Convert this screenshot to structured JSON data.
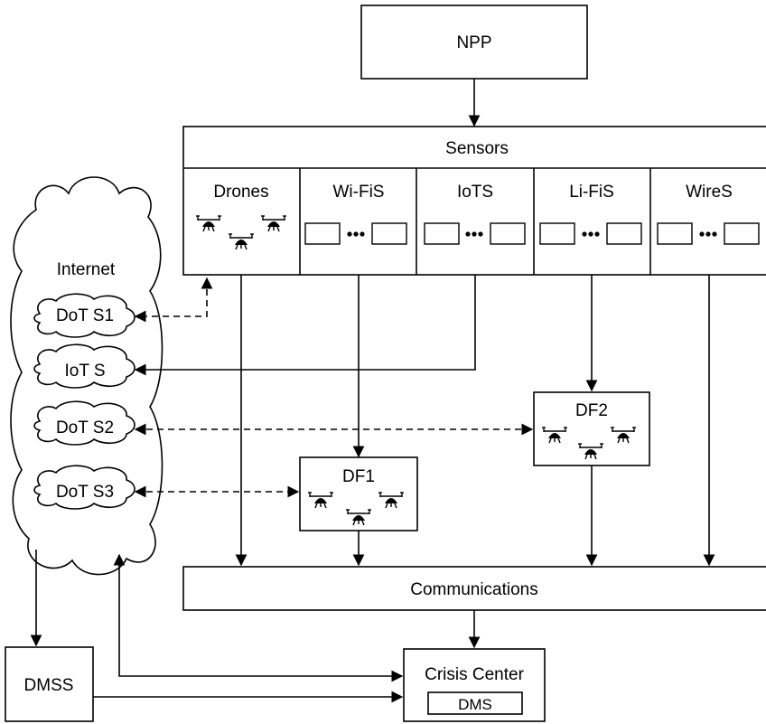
{
  "nodes": {
    "npp": "NPP",
    "sensors": "Sensors",
    "communications": "Communications",
    "crisis_center": "Crisis Center",
    "dms": "DMS",
    "dmss": "DMSS",
    "internet": "Internet",
    "df1": "DF1",
    "df2": "DF2"
  },
  "sensor_columns": [
    "Drones",
    "Wi-FiS",
    "IoTS",
    "Li-FiS",
    "WireS"
  ],
  "internet_services": [
    "DoT S1",
    "IoT S",
    "DoT S2",
    "DoT S3"
  ]
}
